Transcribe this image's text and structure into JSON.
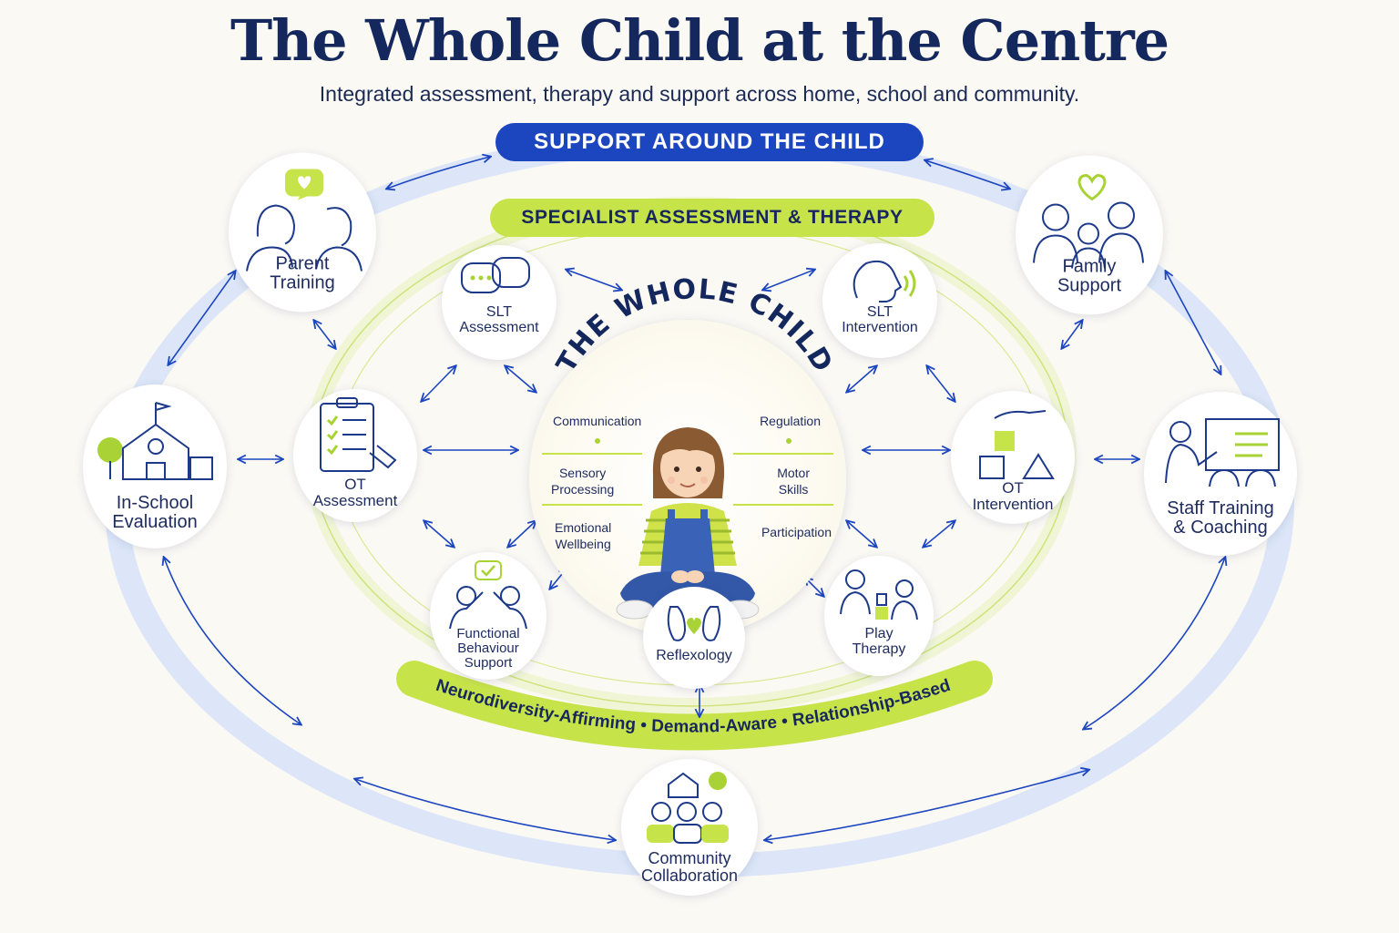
{
  "header": {
    "title": "The Whole Child at the Centre",
    "subtitle": "Integrated assessment, therapy and support across home, school and community."
  },
  "rings": {
    "outer_label": "SUPPORT AROUND THE CHILD",
    "inner_label": "SPECIALIST ASSESSMENT & THERAPY"
  },
  "center": {
    "title": "THE WHOLE CHILD",
    "aspects": {
      "communication": "Communication",
      "regulation": "Regulation",
      "sensory": "Sensory\nProcessing",
      "motor": "Motor\nSkills",
      "emotional": "Emotional\nWellbeing",
      "participation": "Participation"
    }
  },
  "outer_nodes": {
    "parent_training": "Parent\nTraining",
    "family_support": "Family\nSupport",
    "in_school_evaluation": "In-School\nEvaluation",
    "staff_training": "Staff Training\n& Coaching",
    "community_collaboration": "Community\nCollaboration"
  },
  "inner_nodes": {
    "slt_assessment": "SLT\nAssessment",
    "slt_intervention": "SLT\nIntervention",
    "ot_assessment": "OT\nAssessment",
    "ot_intervention": "OT\nIntervention",
    "functional_behaviour_support": "Functional\nBehaviour\nSupport",
    "reflexology": "Reflexology",
    "play_therapy": "Play\nTherapy"
  },
  "principles": {
    "p1": "Neurodiversity-Affirming",
    "p2": "Demand-Aware",
    "p3": "Relationship-Based"
  },
  "colors": {
    "navy": "#1d2b5e",
    "blue": "#1c45c0",
    "ring_blue": "#dce6f8",
    "lime": "#c7e34a",
    "icon_lime": "#a9d236"
  },
  "icons": {
    "parent_training": "parents-talking-heart-icon",
    "family_support": "family-heart-icon",
    "in_school_evaluation": "school-building-icon",
    "staff_training": "teacher-whiteboard-icon",
    "community_collaboration": "community-people-icon",
    "slt_assessment": "speech-bubbles-icon",
    "slt_intervention": "speaking-head-icon",
    "ot_assessment": "clipboard-checklist-icon",
    "ot_intervention": "hand-blocks-shapes-icon",
    "functional_behaviour_support": "high-five-icon",
    "reflexology": "feet-heart-icon",
    "play_therapy": "children-playing-blocks-icon"
  }
}
